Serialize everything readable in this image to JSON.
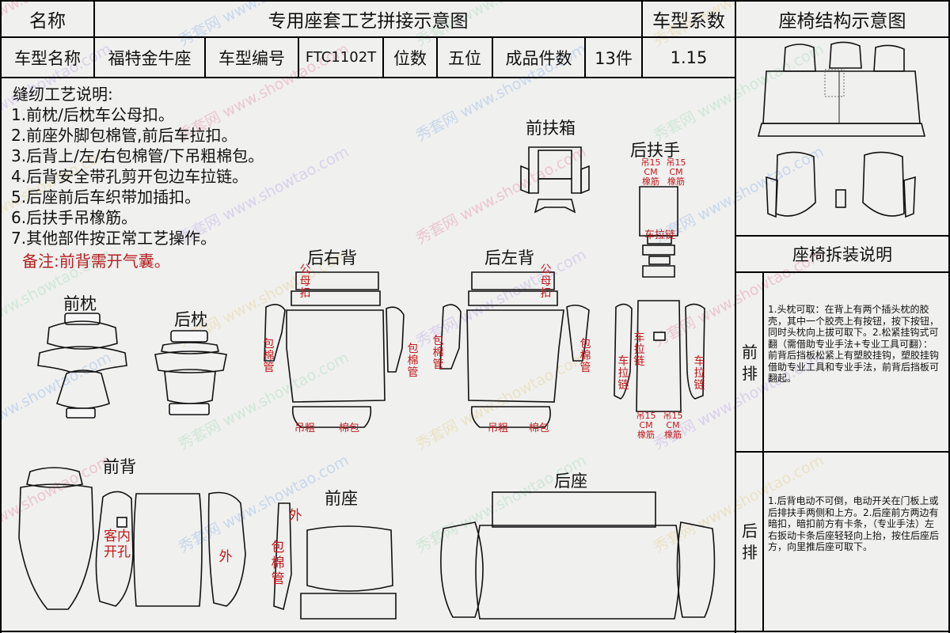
{
  "header": {
    "name_label": "名称",
    "title": "专用座套工艺拼接示意图",
    "coefficient_label": "车型系数",
    "structure_title": "座椅结构示意图",
    "model_name_label": "车型名称",
    "model_name": "福特金牛座",
    "model_code_label": "车型编号",
    "model_code": "FTC1102T",
    "seats_label": "位数",
    "seats_value": "五位",
    "pieces_label": "成品件数",
    "pieces_value": "13件",
    "coefficient_value": "1.15"
  },
  "notes": {
    "title": "缝纫工艺说明:",
    "items": [
      "1.前枕/后枕车公母扣。",
      "2.前座外脚包棉管,前后车拉扣。",
      "3.后背上/左/右包棉管/下吊粗棉包。",
      "4.后背安全带孔剪开包边车拉链。",
      "5.后座前后车织带加插扣。",
      "6.后扶手吊橡筋。",
      "7.其他部件按正常工艺操作。"
    ],
    "remark": "备注:前背需开气囊。"
  },
  "parts": {
    "front_headrest": "前枕",
    "rear_headrest": "后枕",
    "rear_right_back": "后右背",
    "rear_left_back": "后左背",
    "front_armbox": "前扶箱",
    "rear_armrest": "后扶手",
    "front_back": "前背",
    "front_seat": "前座",
    "rear_seat": "后座"
  },
  "annotations": {
    "male_buckle": "公母扣",
    "cotton_tube": "包棉管",
    "hang_coarse": "吊粗",
    "cotton_pack": "棉包",
    "rubber_band": "吊15CM橡筋",
    "rubber_band_left": "吊15CM橡筋",
    "rubber_band_right": "吊15CM橡筋",
    "rubber_band_bottom_left": "吊15CM橡筋",
    "rubber_band_bottom_right": "吊15CM橡筋",
    "zipper_top": "车拉链",
    "zipper_mid": "车拉链",
    "zipper_left": "车拉链",
    "zipper_right": "车拉链",
    "inner_hole": "客内开孔",
    "outer": "外",
    "outer2": "外",
    "cotton_tube2": "包棉管"
  },
  "side": {
    "disassembly_title": "座椅拆装说明",
    "front_row_label": "前排",
    "front_row_text": "1.头枕可取：在背上有两个插头枕的胶壳，其中一个胶壳上有按钮，按下按钮，同时头枕向上拔可取下。2.松紧挂钩式可翻（需借助专业手法+专业工具可翻）：前背后挡板松紧上有塑胶挂钩，塑胶挂钩借助专业工具和专业手法，前背后挡板可翻起。",
    "rear_row_label": "后排",
    "rear_row_text": "1.后背电动不可倒，电动开关在门板上或后排扶手两侧和上方。2.后座前方两边有暗扣，暗扣前方有卡条，（专业手法）左右扳动卡条后座轻轻向上抬，按住后座后方，向里推后座可取下。"
  },
  "watermark": {
    "brand": "秀套网",
    "url": "www.showtao.com"
  }
}
